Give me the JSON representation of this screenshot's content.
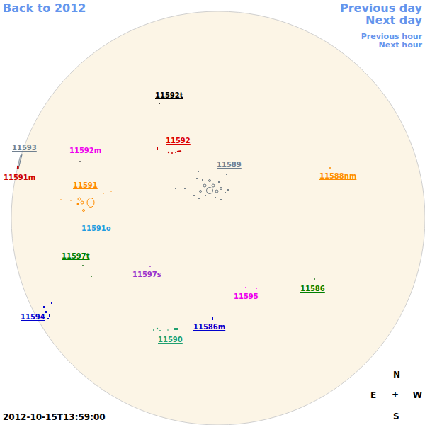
{
  "diagram": {
    "labels": [
      "Back to 2012",
      "Previous day",
      "Next day",
      "Previous hour",
      "Next hour",
      "11592t",
      "11593",
      "11592m",
      "11592",
      "11591m",
      "11589",
      "11588nm",
      "11591",
      "11591o",
      "11597t",
      "11597s",
      "11586",
      "11595",
      "11594",
      "11586m",
      "11590",
      "N",
      "E",
      "+",
      "W",
      "S",
      "2012-10-15T13:59:00"
    ]
  }
}
